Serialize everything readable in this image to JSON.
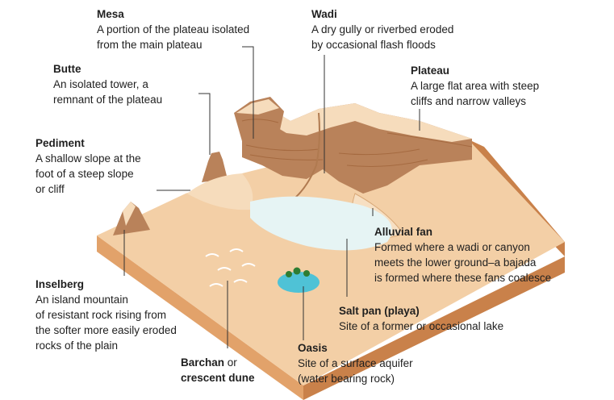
{
  "labels": {
    "mesa": {
      "title": "Mesa",
      "lines": [
        "A portion of the plateau isolated",
        "from the main plateau"
      ]
    },
    "wadi": {
      "title": "Wadi",
      "lines": [
        "A dry gully or riverbed eroded",
        "by occasional flash floods"
      ]
    },
    "butte": {
      "title": "Butte",
      "lines": [
        "An isolated tower, a",
        "remnant of the plateau"
      ]
    },
    "plateau": {
      "title": "Plateau",
      "lines": [
        "A large flat area with steep",
        "cliffs and narrow valleys"
      ]
    },
    "pediment": {
      "title": "Pediment",
      "lines": [
        "A shallow slope at the",
        "foot of a steep slope",
        "or cliff"
      ]
    },
    "alluvial_fan": {
      "title": "Alluvial fan",
      "lines": [
        "Formed where a wadi or canyon",
        "meets the lower ground–a bajada",
        "is formed where these fans coalesce"
      ]
    },
    "inselberg": {
      "title": "Inselberg",
      "lines": [
        "An island mountain",
        "of resistant rock rising from",
        "the softer more easily eroded",
        "rocks of the plain"
      ]
    },
    "salt_pan": {
      "title": "Salt pan (playa)",
      "lines": [
        "Site of a former or occasional lake"
      ]
    },
    "barchan": {
      "title": "Barchan",
      "joiner": " or",
      "title2": "crescent dune"
    },
    "oasis": {
      "title": "Oasis",
      "lines": [
        "Site of a surface aquifer",
        "(water bearing rock)"
      ]
    }
  },
  "colors": {
    "top_surface": "#f3cfa6",
    "front_face": "#e2a26a",
    "side_face": "#c9814a",
    "rock_dark": "#b9825a",
    "rock_light": "#f6dcbc",
    "salt_pan": "#e6f4f4",
    "oasis_water": "#4fc2d6",
    "palm": "#2e7d32",
    "leader_line": "#333333"
  }
}
